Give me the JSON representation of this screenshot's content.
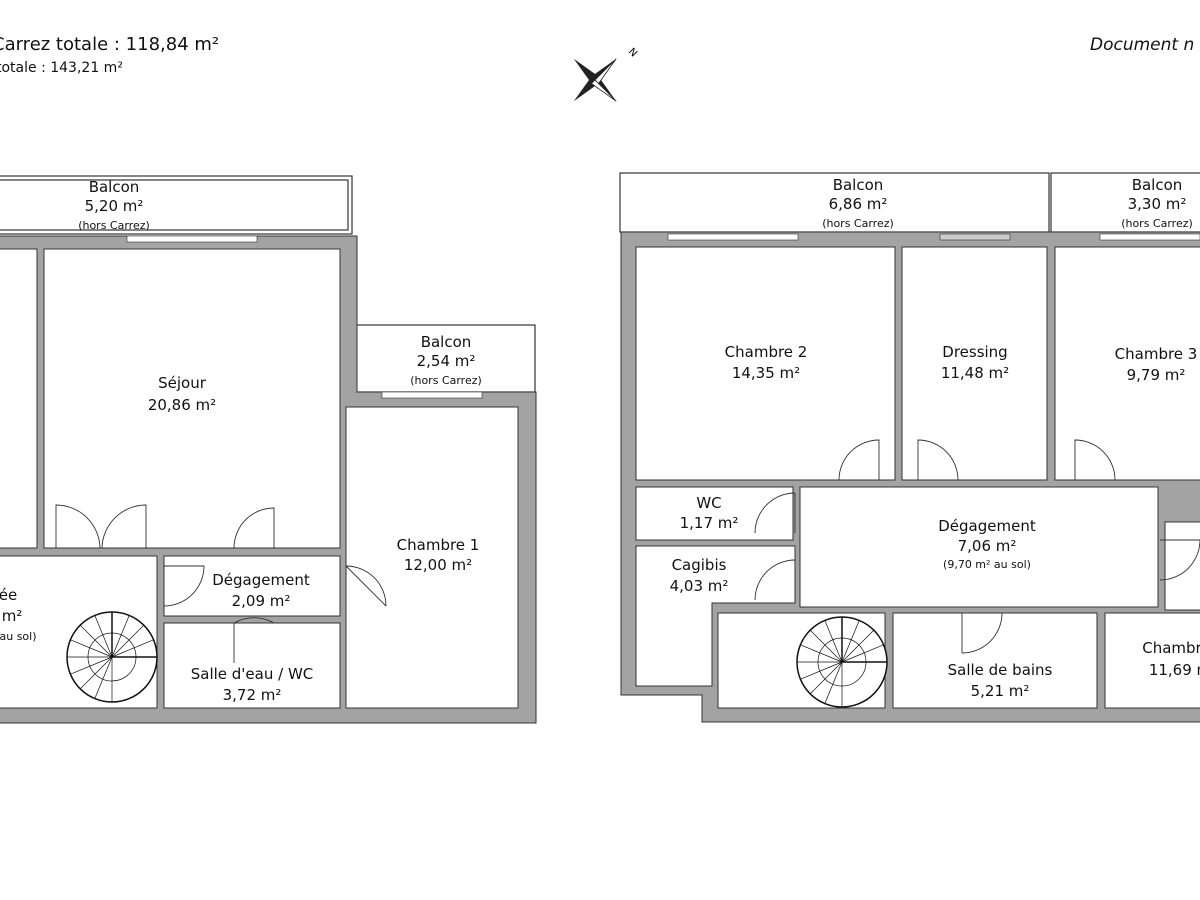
{
  "header": {
    "carrez_total": "Carrez totale :  118,84 m²",
    "surface_totale": "totale :  143,21 m²",
    "document_note": "Document n"
  },
  "compass": {
    "north_label": "N",
    "icon": "compass-rose-icon"
  },
  "left_plan": {
    "balcon_top": {
      "name": "Balcon",
      "area": "5,20 m²",
      "note": "(hors Carrez)"
    },
    "balcon_right": {
      "name": "Balcon",
      "area": "2,54 m²",
      "note": "(hors Carrez)"
    },
    "sejour": {
      "name": "Séjour",
      "area": "20,86 m²"
    },
    "entree": {
      "name": "ée",
      "area": "m²",
      "note": "au sol)"
    },
    "degagement": {
      "name": "Dégagement",
      "area": "2,09 m²"
    },
    "salle_eau": {
      "name": "Salle d'eau / WC",
      "area": "3,72 m²"
    },
    "chambre1": {
      "name": "Chambre 1",
      "area": "12,00 m²"
    }
  },
  "right_plan": {
    "balcon_left": {
      "name": "Balcon",
      "area": "6,86 m²",
      "note": "(hors Carrez)"
    },
    "balcon_right": {
      "name": "Balcon",
      "area": "3,30 m²",
      "note": "(hors Carrez)"
    },
    "chambre2": {
      "name": "Chambre 2",
      "area": "14,35 m²"
    },
    "dressing": {
      "name": "Dressing",
      "area": "11,48 m²"
    },
    "chambre3": {
      "name": "Chambre 3",
      "area": "9,79 m²"
    },
    "wc": {
      "name": "WC",
      "area": "1,17 m²"
    },
    "cagibis": {
      "name": "Cagibis",
      "area": "4,03 m²"
    },
    "degagement": {
      "name": "Dégagement",
      "area": "7,06 m²",
      "note": "(9,70 m² au sol)"
    },
    "salle_bains": {
      "name": "Salle de bains",
      "area": "5,21 m²"
    },
    "chambre4": {
      "name": "Chambr",
      "area": "11,69 m"
    }
  }
}
